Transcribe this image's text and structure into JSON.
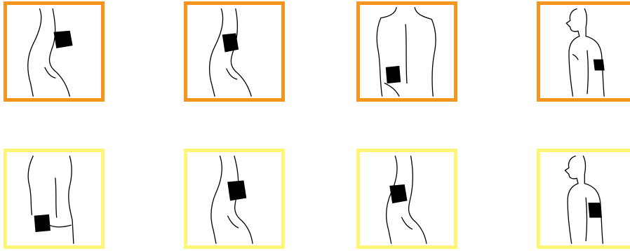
{
  "colors": {
    "row_top_border": "#F7941D",
    "row_bottom_border": "#FFF577",
    "background": "#FFFFFF",
    "drawing": "#000000"
  },
  "tiles": [
    {
      "row": "top",
      "view": "right-arm-front",
      "icon": "arm-patch-icon"
    },
    {
      "row": "top",
      "view": "right-arm-side",
      "icon": "arm-patch-icon"
    },
    {
      "row": "top",
      "view": "lower-back",
      "icon": "back-patch-icon"
    },
    {
      "row": "top",
      "view": "body-side-arm",
      "icon": "body-side-patch-icon"
    },
    {
      "row": "bottom",
      "view": "buttock",
      "icon": "buttock-patch-icon"
    },
    {
      "row": "bottom",
      "view": "left-arm-front",
      "icon": "arm-patch-icon"
    },
    {
      "row": "bottom",
      "view": "left-arm-side",
      "icon": "arm-patch-icon"
    },
    {
      "row": "bottom",
      "view": "body-side-arm",
      "icon": "body-side-patch-icon"
    }
  ]
}
